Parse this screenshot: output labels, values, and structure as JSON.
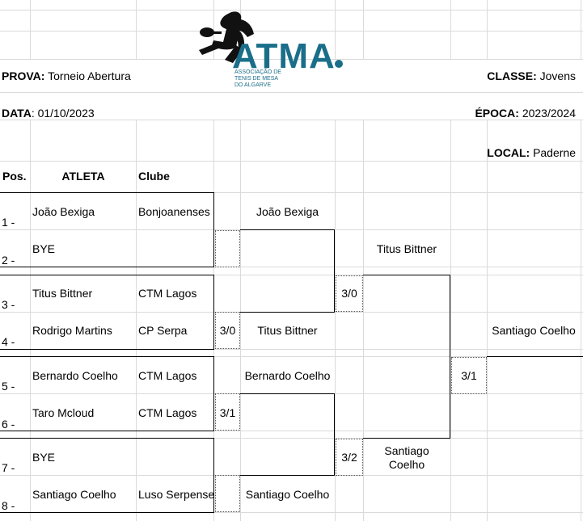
{
  "header": {
    "prova_label": "PROVA:",
    "prova_value": "Torneio Abertura",
    "classe_label": "CLASSE:",
    "classe_value": "Jovens",
    "data_label": "DATA",
    "data_value": ": 01/10/2023",
    "epoca_label": "ÉPOCA:",
    "epoca_value": "2023/2024",
    "local_label": "LOCAL:",
    "local_value": "Paderne"
  },
  "logo": {
    "acronym": "ATMA",
    "line1": "ASSOCIAÇÃO DE",
    "line2": "TENIS DE MESA",
    "line3": "DO ALGARVE",
    "color": "#1a6e8a"
  },
  "table_headers": {
    "pos": "Pos.",
    "atleta": "ATLETA",
    "clube": "Clube"
  },
  "entries": [
    {
      "pos": "1 -",
      "name": "João Bexiga",
      "club": "Bonjoanenses"
    },
    {
      "pos": "2 -",
      "name": "BYE",
      "club": ""
    },
    {
      "pos": "3 -",
      "name": "Titus Bittner",
      "club": "CTM Lagos"
    },
    {
      "pos": "4 -",
      "name": "Rodrigo Martins",
      "club": "CP Serpa"
    },
    {
      "pos": "5 -",
      "name": "Bernardo Coelho",
      "club": "CTM Lagos"
    },
    {
      "pos": "6 -",
      "name": "Taro Mcloud",
      "club": "CTM Lagos"
    },
    {
      "pos": "7 -",
      "name": "BYE",
      "club": ""
    },
    {
      "pos": "8 -",
      "name": "Santiago Coelho",
      "club": "Luso Serpense"
    }
  ],
  "round1": [
    {
      "winner": "João Bexiga",
      "score": ""
    },
    {
      "winner": "Titus Bittner",
      "score": "3/0"
    },
    {
      "winner": "Bernardo Coelho",
      "score": "3/1"
    },
    {
      "winner": "Santiago Coelho",
      "score": ""
    }
  ],
  "round2": [
    {
      "winner": "Titus Bittner",
      "score": "3/0"
    },
    {
      "winner_line1": "Santiago",
      "winner_line2": "Coelho",
      "score": "3/2"
    }
  ],
  "final": {
    "winner": "Santiago Coelho",
    "score": "3/1"
  }
}
